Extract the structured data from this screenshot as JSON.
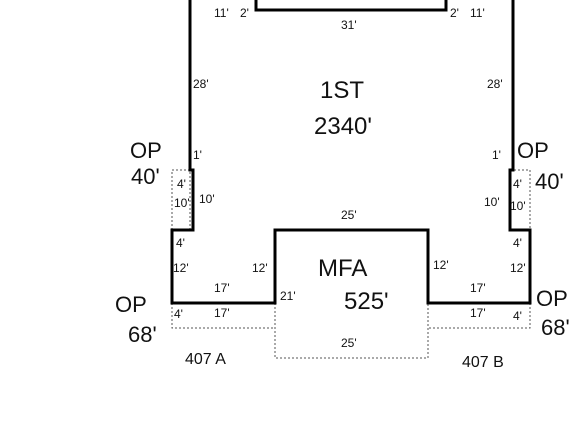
{
  "areas": {
    "first_floor": {
      "code": "1ST",
      "sqft": "2340'"
    },
    "mfa": {
      "code": "MFA",
      "sqft": "525'"
    },
    "op_left_upper": {
      "code": "OP",
      "sqft": "40'"
    },
    "op_right_upper": {
      "code": "OP",
      "sqft": "40'"
    },
    "op_left_lower": {
      "code": "OP",
      "sqft": "68'"
    },
    "op_right_lower": {
      "code": "OP",
      "sqft": "68'"
    }
  },
  "units": {
    "left": "407 A",
    "right": "407 B"
  },
  "dimensions": {
    "top_left_11": "11'",
    "top_left_2": "2'",
    "top_right_2": "2'",
    "top_right_11": "11'",
    "top_31": "31'",
    "left_28": "28'",
    "right_28": "28'",
    "left_1": "1'",
    "right_1": "1'",
    "left_op_4": "4'",
    "left_op_10_in": "10'",
    "left_10_out": "10'",
    "right_op_4": "4'",
    "right_op_10_in": "10'",
    "right_10_out": "10'",
    "mfa_top_25": "25'",
    "left_4b": "4'",
    "left_12a": "12'",
    "left_12b": "12'",
    "right_4b": "4'",
    "right_12a": "12'",
    "right_12b": "12'",
    "left_17a": "17'",
    "left_17b": "17'",
    "left_21": "21'",
    "left_4c": "4'",
    "right_17a": "17'",
    "right_17b": "17'",
    "right_4c": "4'",
    "bottom_25": "25'"
  }
}
